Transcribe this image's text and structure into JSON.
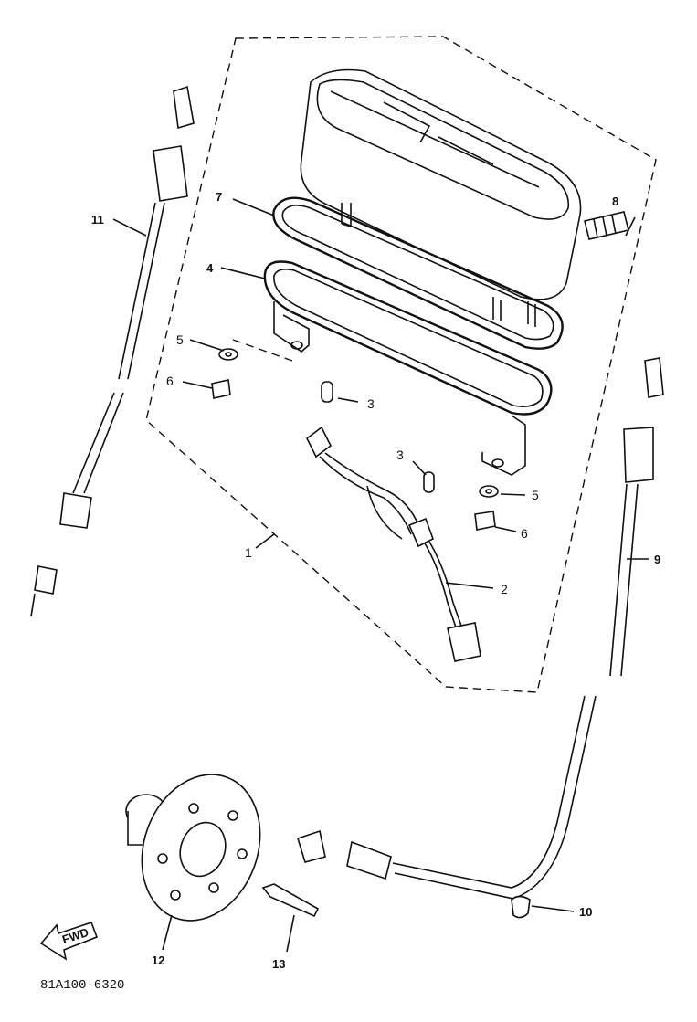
{
  "diagram": {
    "code": "81A100-6320",
    "fwd": "FWD",
    "labels": {
      "p1": "1",
      "p2": "2",
      "p3a": "3",
      "p3b": "3",
      "p4": "4",
      "p5a": "5",
      "p5b": "5",
      "p6a": "6",
      "p6b": "6",
      "p7": "7",
      "p8": "8",
      "p9": "9",
      "p10": "10",
      "p11": "11",
      "p12": "12",
      "p13": "13"
    }
  }
}
